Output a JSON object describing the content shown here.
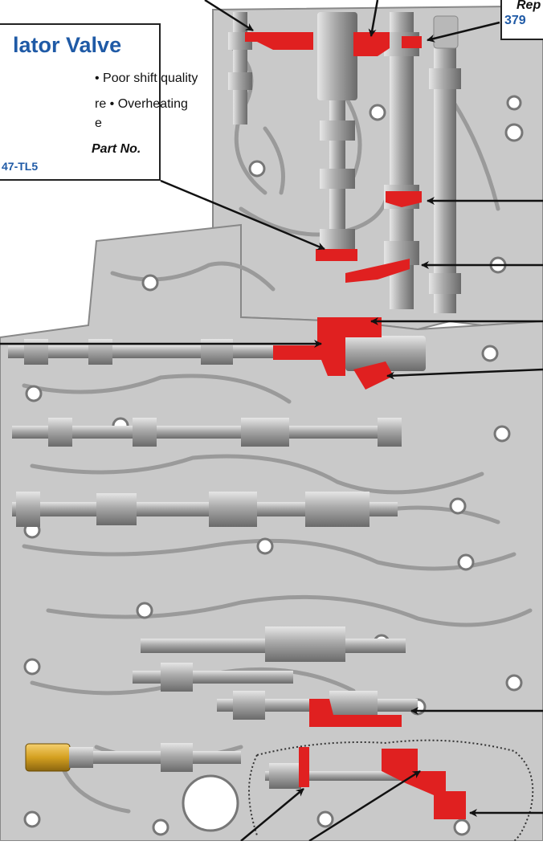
{
  "callout_main": {
    "title": "lator Valve",
    "symptom_1": "• Poor shift quality",
    "symptom_2": "re  • Overheating",
    "symptom_3": "e",
    "part_label": "Part No.",
    "part_number": "47-TL5"
  },
  "callout_top_right": {
    "label": "Rep",
    "part_number": "379"
  },
  "colors": {
    "casting": "#c9c9c9",
    "casting_dark": "#9a9a9a",
    "wear_area": "#e02020",
    "callout_text_blue": "#1f5aa6",
    "solenoid_brass": "#d4a020"
  },
  "icons": {
    "dashed_highlight": "circled-valve-train-outline"
  }
}
